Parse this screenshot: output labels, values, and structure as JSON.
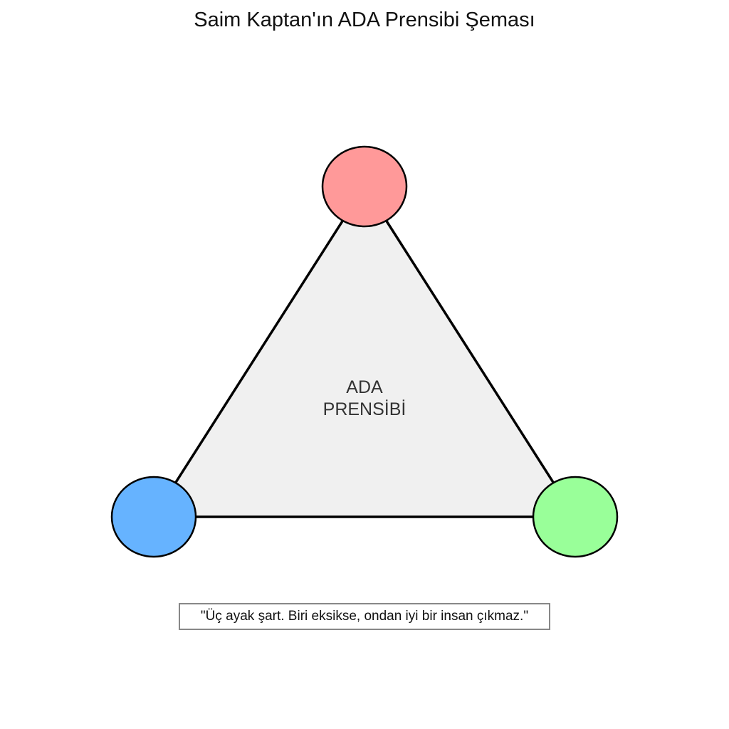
{
  "title": "Saim Kaptan'ın ADA Prensibi Şeması",
  "center_label": {
    "line1": "ADA",
    "line2": "PRENSİBİ"
  },
  "quote": "\"Üç ayak şart. Biri eksikse, ondan iyi bir insan çıkmaz.\"",
  "colors": {
    "triangle_fill": "#f0f0f0",
    "top_node": "#ff9999",
    "left_node": "#66b3ff",
    "right_node": "#99ff99",
    "stroke": "#000000"
  }
}
